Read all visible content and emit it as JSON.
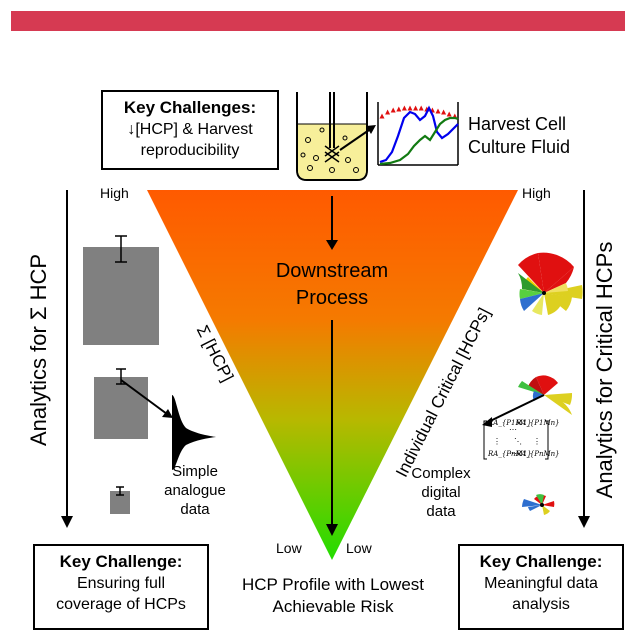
{
  "banner_color": "#d63a52",
  "top_box": {
    "title": "Key Challenges:",
    "line1": "↓[HCP] & Harvest",
    "line2": "reproducibility"
  },
  "harvest_label": {
    "line1": "Harvest Cell",
    "line2": "Culture Fluid"
  },
  "high_left": "High",
  "high_right": "High",
  "low_left": "Low",
  "low_right": "Low",
  "center_label": {
    "line1": "Downstream",
    "line2": "Process"
  },
  "sum_hcp_label": "Σ [HCP]",
  "individual_label": "Individual Critical [HCPs]",
  "left_axis_label": "Analytics for Σ HCP",
  "right_axis_label": "Analytics for Critical HCPs",
  "simple_data_label": {
    "line1": "Simple",
    "line2": "analogue",
    "line3": "data"
  },
  "complex_data_label": {
    "line1": "Complex",
    "line2": "digital",
    "line3": "data"
  },
  "matrix": {
    "top_left": "RA_{P1M1}",
    "top_right": "RA_{P1Mn}",
    "bottom_left": "RA_{PnM1}",
    "bottom_right": "RA_{PnMn}"
  },
  "bottom_left_box": {
    "title": "Key Challenge:",
    "line1": "Ensuring full",
    "line2": "coverage of HCPs"
  },
  "bottom_right_box": {
    "title": "Key Challenge:",
    "line1": "Meaningful data",
    "line2": "analysis"
  },
  "bottom_center": {
    "line1": "HCP Profile with Lowest",
    "line2": "Achievable Risk"
  },
  "colors": {
    "gradient_top": "#ff5a00",
    "gradient_bottom": "#22dd00",
    "bar_gray": "#808080",
    "trace_red": "#e01010",
    "trace_blue": "#0000ee",
    "trace_green": "#127a12",
    "bioreactor_fill": "#f7ef9a"
  }
}
